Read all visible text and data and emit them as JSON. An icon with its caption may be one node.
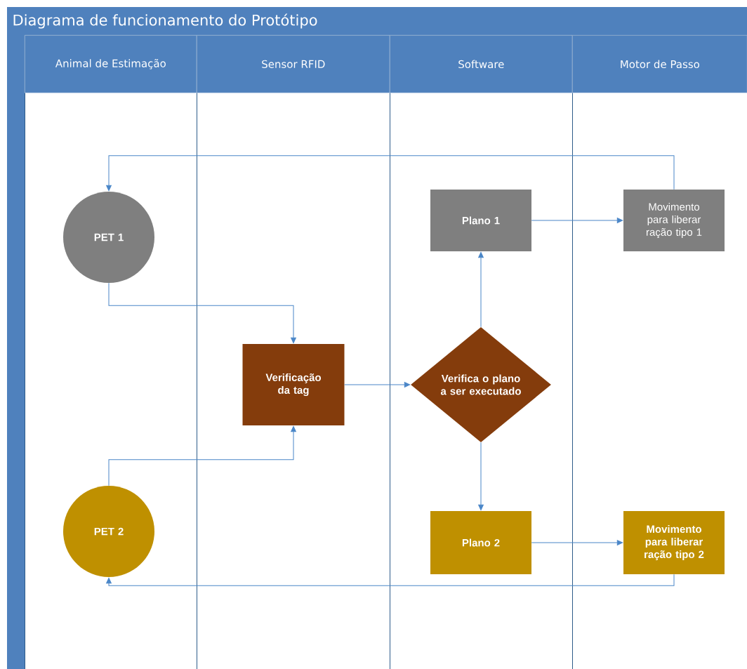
{
  "diagram": {
    "title": "Diagrama de funcionamento do Protótipo",
    "nodes": [
      {
        "text": [
          "Animal de Estimação"
        ]
      },
      {
        "text": [
          "Sensor RFID"
        ]
      },
      {
        "text": [
          "Software"
        ]
      },
      {
        "text": [
          "Motor de Passo"
        ]
      },
      {
        "text": [
          "PET 1"
        ],
        "in": 0
      },
      {
        "text": [
          "Plano 1"
        ],
        "in": 2
      },
      {
        "text": [
          "Movimento para liberar ração tipo 1"
        ],
        "in": 3
      },
      {
        "text": [
          "Verificação da tag"
        ],
        "in": 1
      },
      {
        "text": [
          "Verifica o plano a ser executado"
        ],
        "in": 2
      },
      {
        "text": [
          "PET 2"
        ],
        "in": 0
      },
      {
        "text": [
          "Plano 2"
        ],
        "in": 2
      },
      {
        "text": [
          "Movimento para liberar ração tipo 2"
        ],
        "in": 3
      }
    ],
    "edges": [
      {
        "from": 6,
        "to": 4,
        "arrow": "to"
      },
      {
        "from": 5,
        "to": 6,
        "arrow": "to"
      },
      {
        "from": 4,
        "to": 7,
        "arrow": "to"
      },
      {
        "from": 9,
        "to": 7,
        "arrow": "to"
      },
      {
        "from": 7,
        "to": 8,
        "arrow": "to"
      },
      {
        "from": 8,
        "to": 5,
        "arrow": "to"
      },
      {
        "from": 8,
        "to": 10,
        "arrow": "to"
      },
      {
        "from": 10,
        "to": 11,
        "arrow": "to"
      },
      {
        "from": 11,
        "to": 9,
        "arrow": "to"
      }
    ]
  }
}
